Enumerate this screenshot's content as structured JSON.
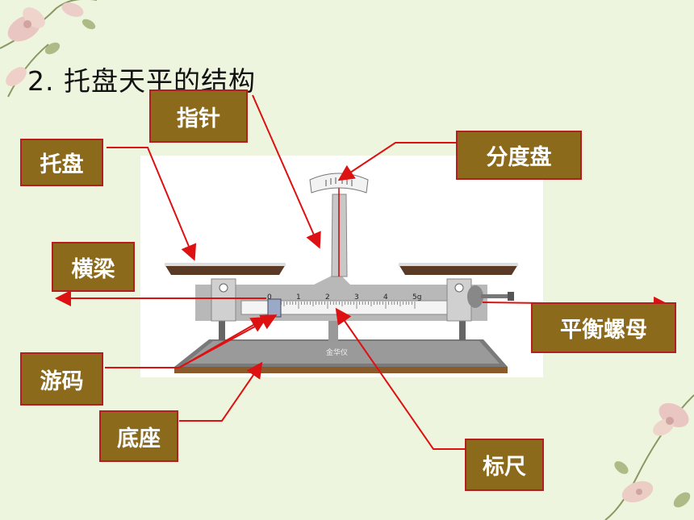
{
  "title": "2. 托盘天平的结构",
  "labels": {
    "pointer": "指针",
    "tray": "托盘",
    "dial": "分度盘",
    "beam": "横梁",
    "balance_nut": "平衡螺母",
    "rider": "游码",
    "base": "底座",
    "scale": "标尺"
  },
  "scale_ticks": [
    "0",
    "1",
    "2",
    "3",
    "4",
    "5g"
  ],
  "brand_text": "金华仪",
  "colors": {
    "label_bg": "#8b6a1c",
    "label_border": "#b41e1e",
    "arrow": "#dd1111",
    "background": "#eef5df"
  }
}
